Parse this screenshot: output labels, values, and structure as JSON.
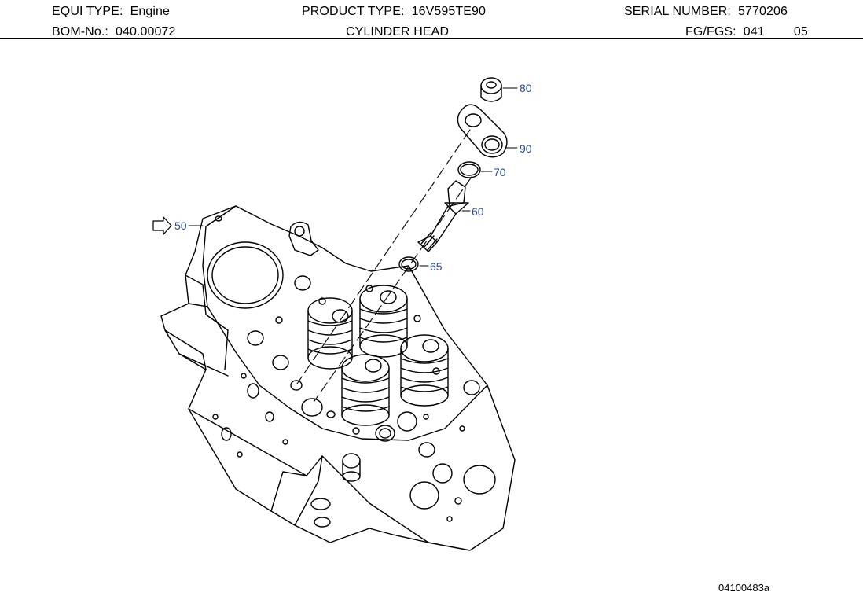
{
  "header": {
    "equi_type_label": "EQUI TYPE:",
    "equi_type_value": "Engine",
    "product_type_label": "PRODUCT TYPE:",
    "product_type_value": "16V595TE90",
    "serial_number_label": "SERIAL NUMBER:",
    "serial_number_value": "5770206",
    "bom_label": "BOM-No.:",
    "bom_value": "040.00072",
    "title": "CYLINDER HEAD",
    "fg_label": "FG/FGS:",
    "fg_value": "041",
    "fgs_value": "05"
  },
  "callouts": {
    "c80": "80",
    "c90": "90",
    "c70": "70",
    "c60": "60",
    "c65": "65",
    "c50": "50"
  },
  "figure_number": "04100483a",
  "colors": {
    "callout": "#2a4a8a",
    "line": "#000000"
  }
}
